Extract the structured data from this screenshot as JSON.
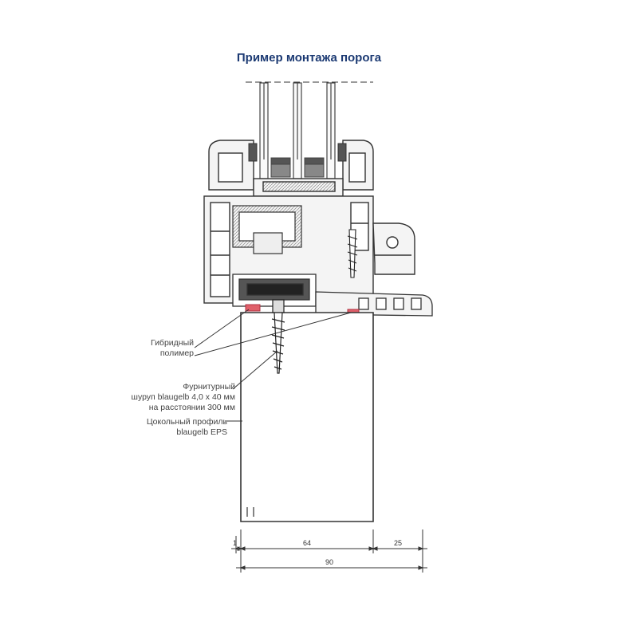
{
  "title": "Пример монтажа порога",
  "labels": {
    "hybrid_polymer": [
      "Гибридный",
      "полимер"
    ],
    "screw": [
      "Фурнитурный",
      "шуруп blaugelb 4,0 х 40 мм",
      "на расстоянии 300 мм"
    ],
    "base_profile": [
      "Цокольный профиль",
      "blaugelb EPS"
    ]
  },
  "dimensions": {
    "d1": "1",
    "d64": "64",
    "d25": "25",
    "d90": "90"
  },
  "colors": {
    "title": "#1c3a73",
    "sealant": "#e0606a",
    "outline": "#333333",
    "fill": "#f4f4f4"
  }
}
